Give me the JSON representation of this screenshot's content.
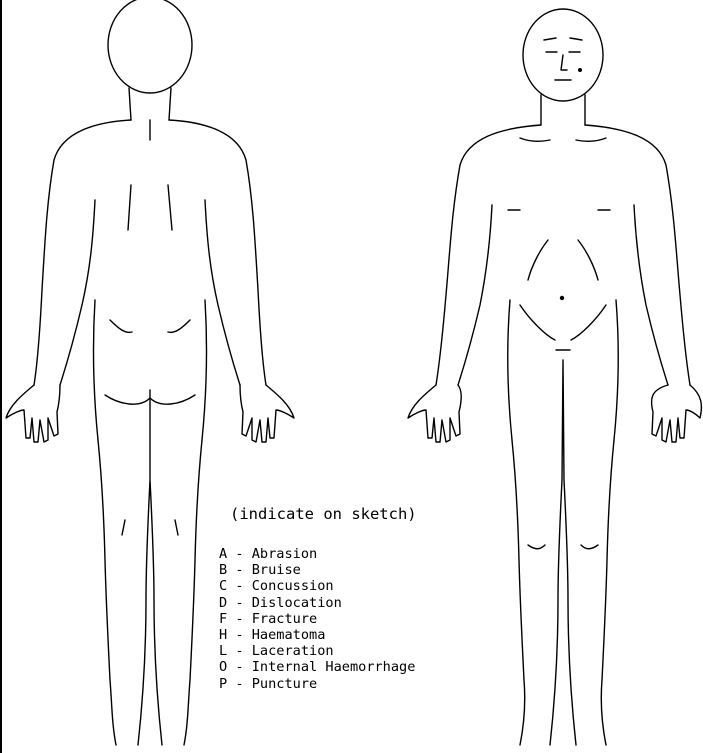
{
  "legend": {
    "title": "(indicate on sketch)",
    "items": [
      "A - Abrasion",
      "B - Bruise",
      "C - Concussion",
      "D - Dislocation",
      "F - Fracture",
      "H - Haematoma",
      "L - Laceration",
      "O - Internal Haemorrhage",
      "P - Puncture"
    ]
  }
}
